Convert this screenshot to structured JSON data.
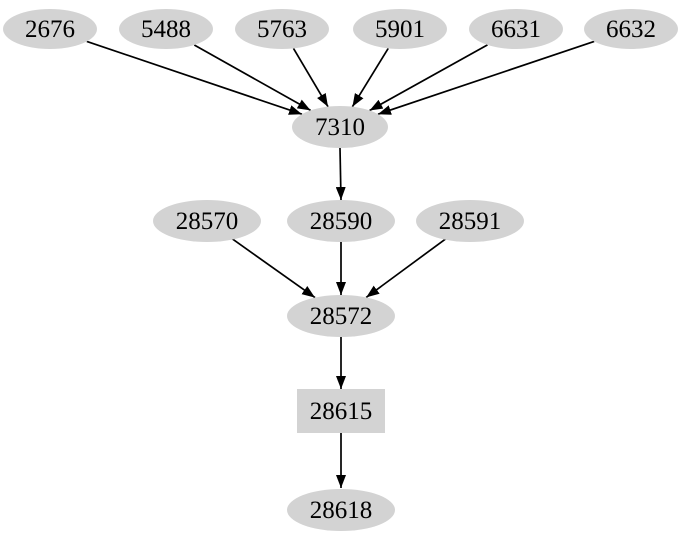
{
  "graph": {
    "type": "directed-graph",
    "background": "#ffffff",
    "node_fill": "#d3d3d3",
    "edge_color": "#000000",
    "text_color": "#000000",
    "nodes": [
      {
        "id": "2676",
        "label": "2676",
        "shape": "ellipse"
      },
      {
        "id": "5488",
        "label": "5488",
        "shape": "ellipse"
      },
      {
        "id": "5763",
        "label": "5763",
        "shape": "ellipse"
      },
      {
        "id": "5901",
        "label": "5901",
        "shape": "ellipse"
      },
      {
        "id": "6631",
        "label": "6631",
        "shape": "ellipse"
      },
      {
        "id": "6632",
        "label": "6632",
        "shape": "ellipse"
      },
      {
        "id": "7310",
        "label": "7310",
        "shape": "ellipse"
      },
      {
        "id": "28570",
        "label": "28570",
        "shape": "ellipse"
      },
      {
        "id": "28590",
        "label": "28590",
        "shape": "ellipse"
      },
      {
        "id": "28591",
        "label": "28591",
        "shape": "ellipse"
      },
      {
        "id": "28572",
        "label": "28572",
        "shape": "ellipse"
      },
      {
        "id": "28615",
        "label": "28615",
        "shape": "box"
      },
      {
        "id": "28618",
        "label": "28618",
        "shape": "ellipse"
      }
    ],
    "edges": [
      {
        "from": "2676",
        "to": "7310"
      },
      {
        "from": "5488",
        "to": "7310"
      },
      {
        "from": "5763",
        "to": "7310"
      },
      {
        "from": "5901",
        "to": "7310"
      },
      {
        "from": "6631",
        "to": "7310"
      },
      {
        "from": "6632",
        "to": "7310"
      },
      {
        "from": "7310",
        "to": "28590"
      },
      {
        "from": "28570",
        "to": "28572"
      },
      {
        "from": "28590",
        "to": "28572"
      },
      {
        "from": "28591",
        "to": "28572"
      },
      {
        "from": "28572",
        "to": "28615"
      },
      {
        "from": "28615",
        "to": "28618"
      }
    ]
  }
}
